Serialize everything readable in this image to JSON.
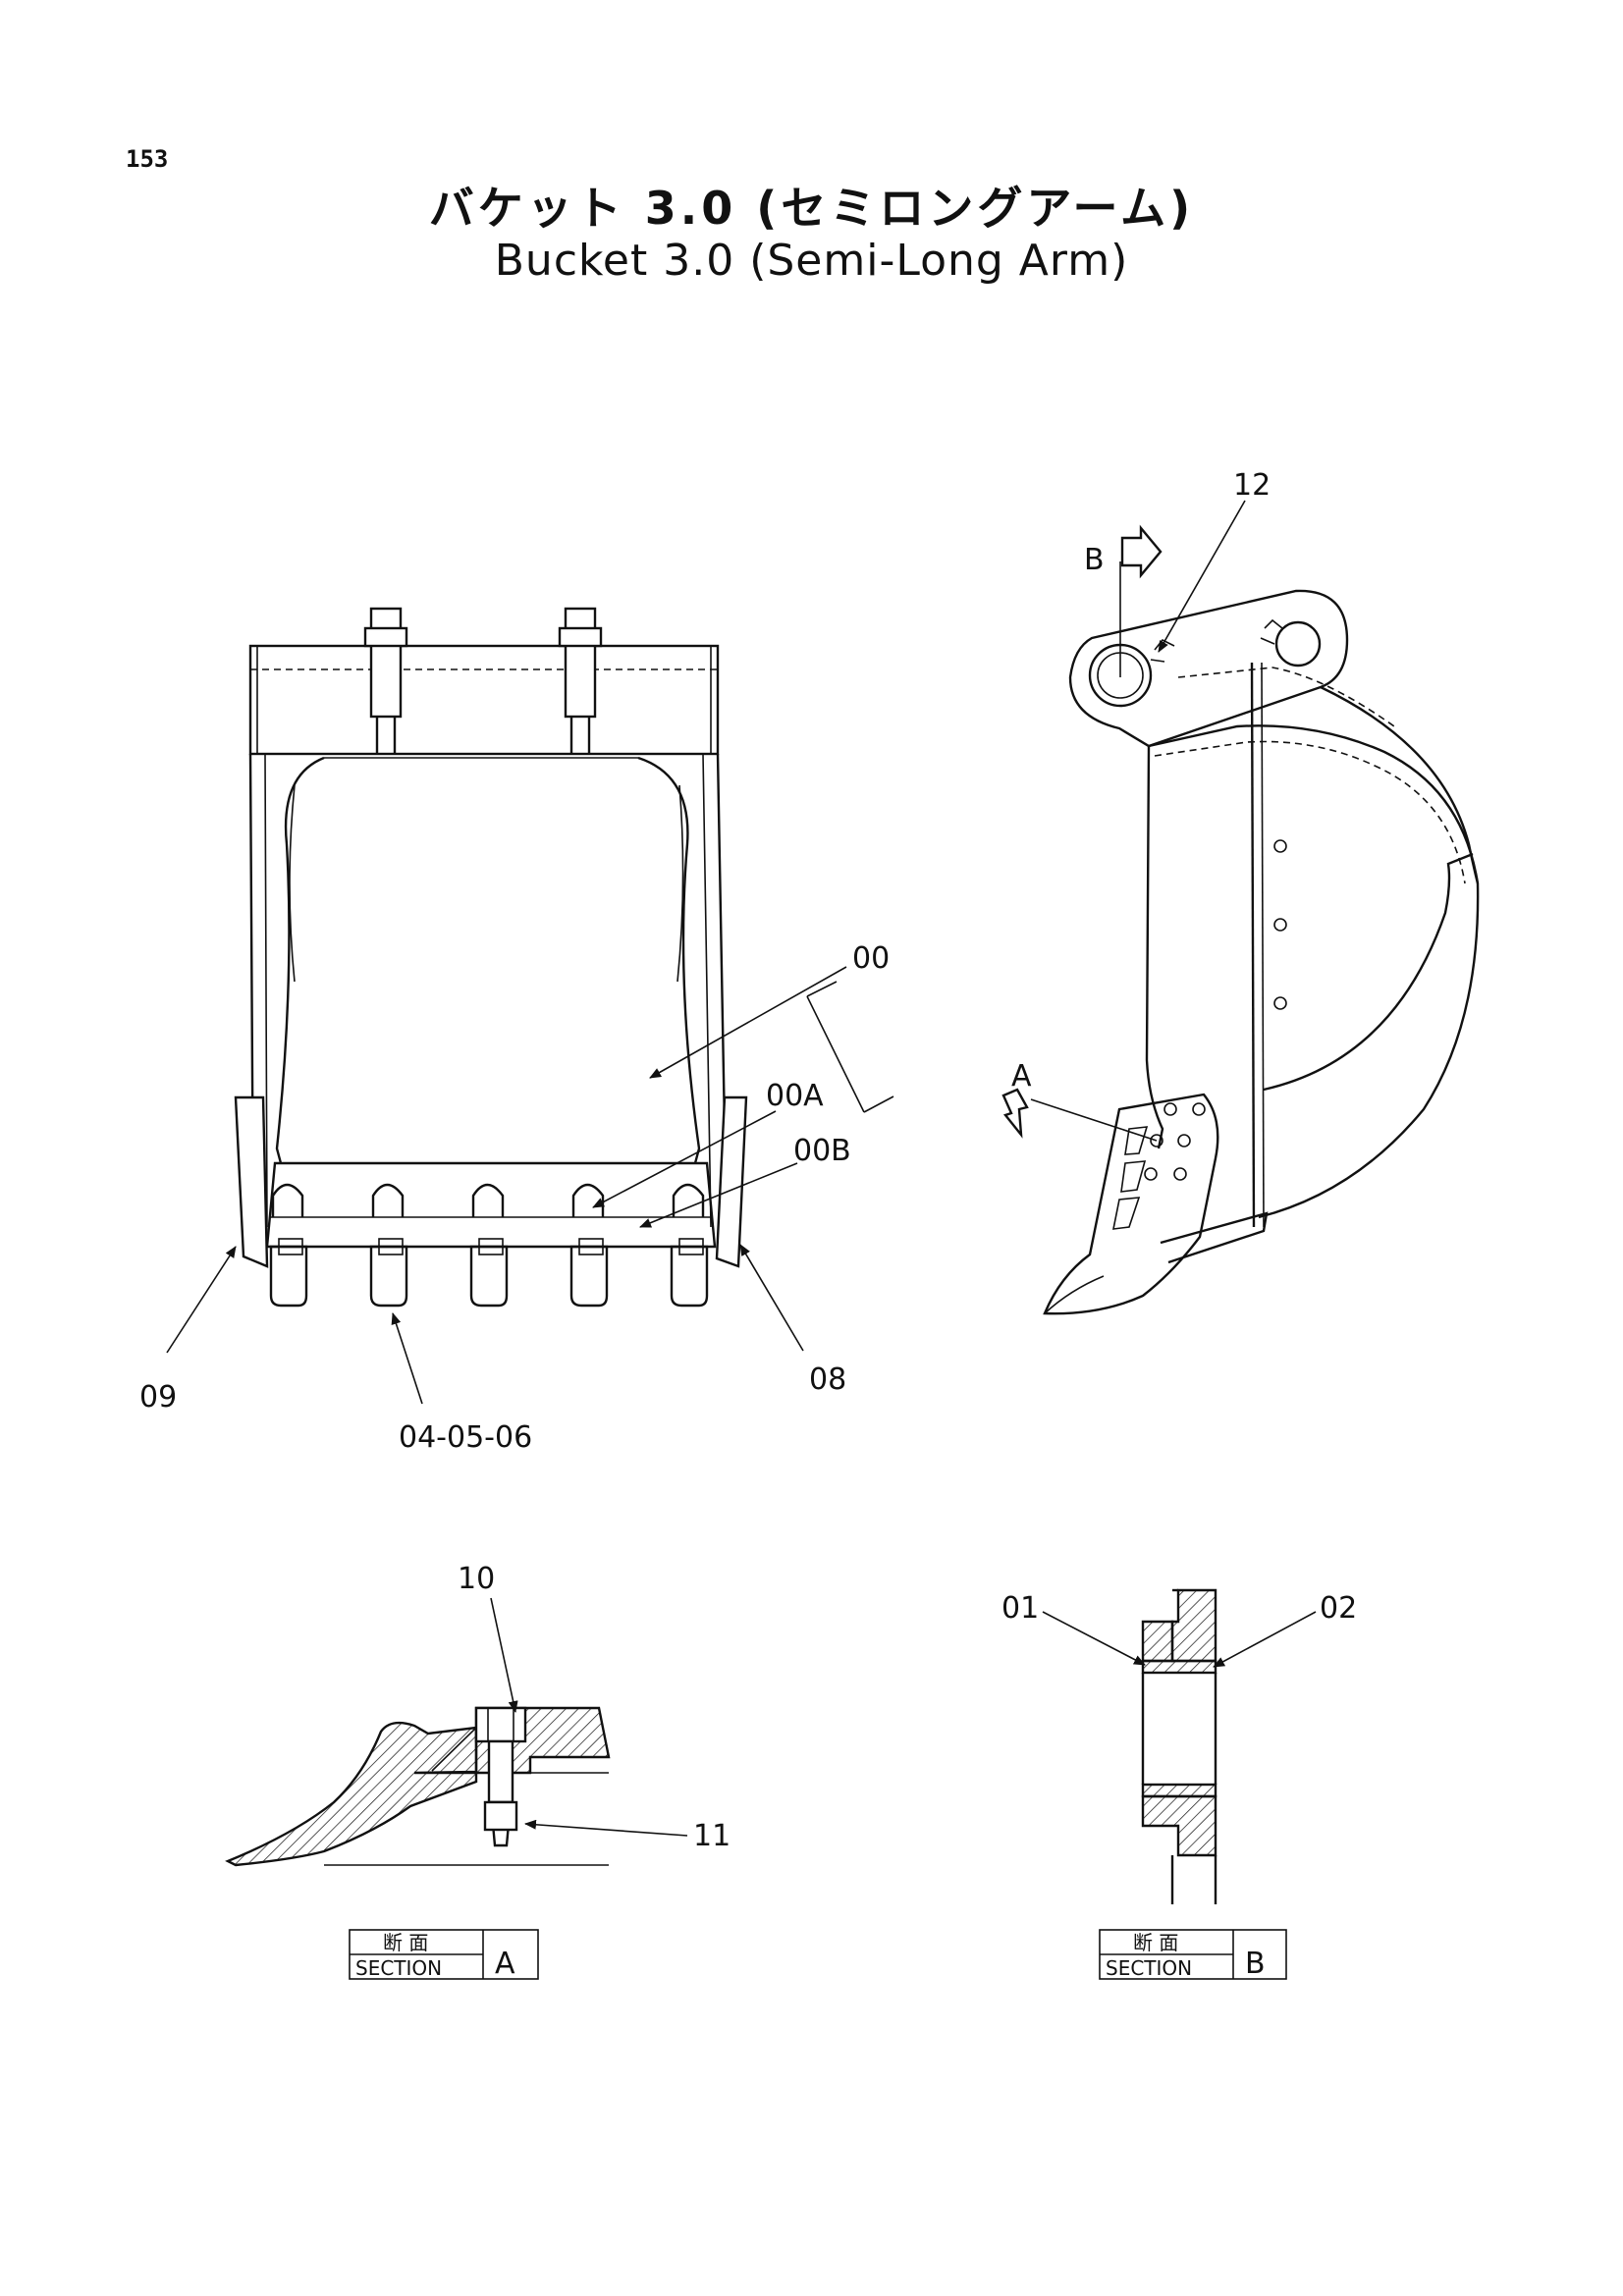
{
  "page_number": "153",
  "title_jp": "バケット 3.0 (セミロングアーム)",
  "title_en": "Bucket 3.0 (Semi-Long Arm)",
  "part_labels": {
    "p00": "00",
    "p00a": "00A",
    "p00b": "00B",
    "p08": "08",
    "p09": "09",
    "p040506": "04-05-06",
    "p12": "12",
    "p10": "10",
    "p11": "11",
    "p01": "01",
    "p02": "02"
  },
  "view_markers": {
    "a": "A",
    "b": "B"
  },
  "section_a": {
    "jp": "断 面",
    "en": "SECTION",
    "letter": "A"
  },
  "section_b": {
    "jp": "断 面",
    "en": "SECTION",
    "letter": "B"
  }
}
